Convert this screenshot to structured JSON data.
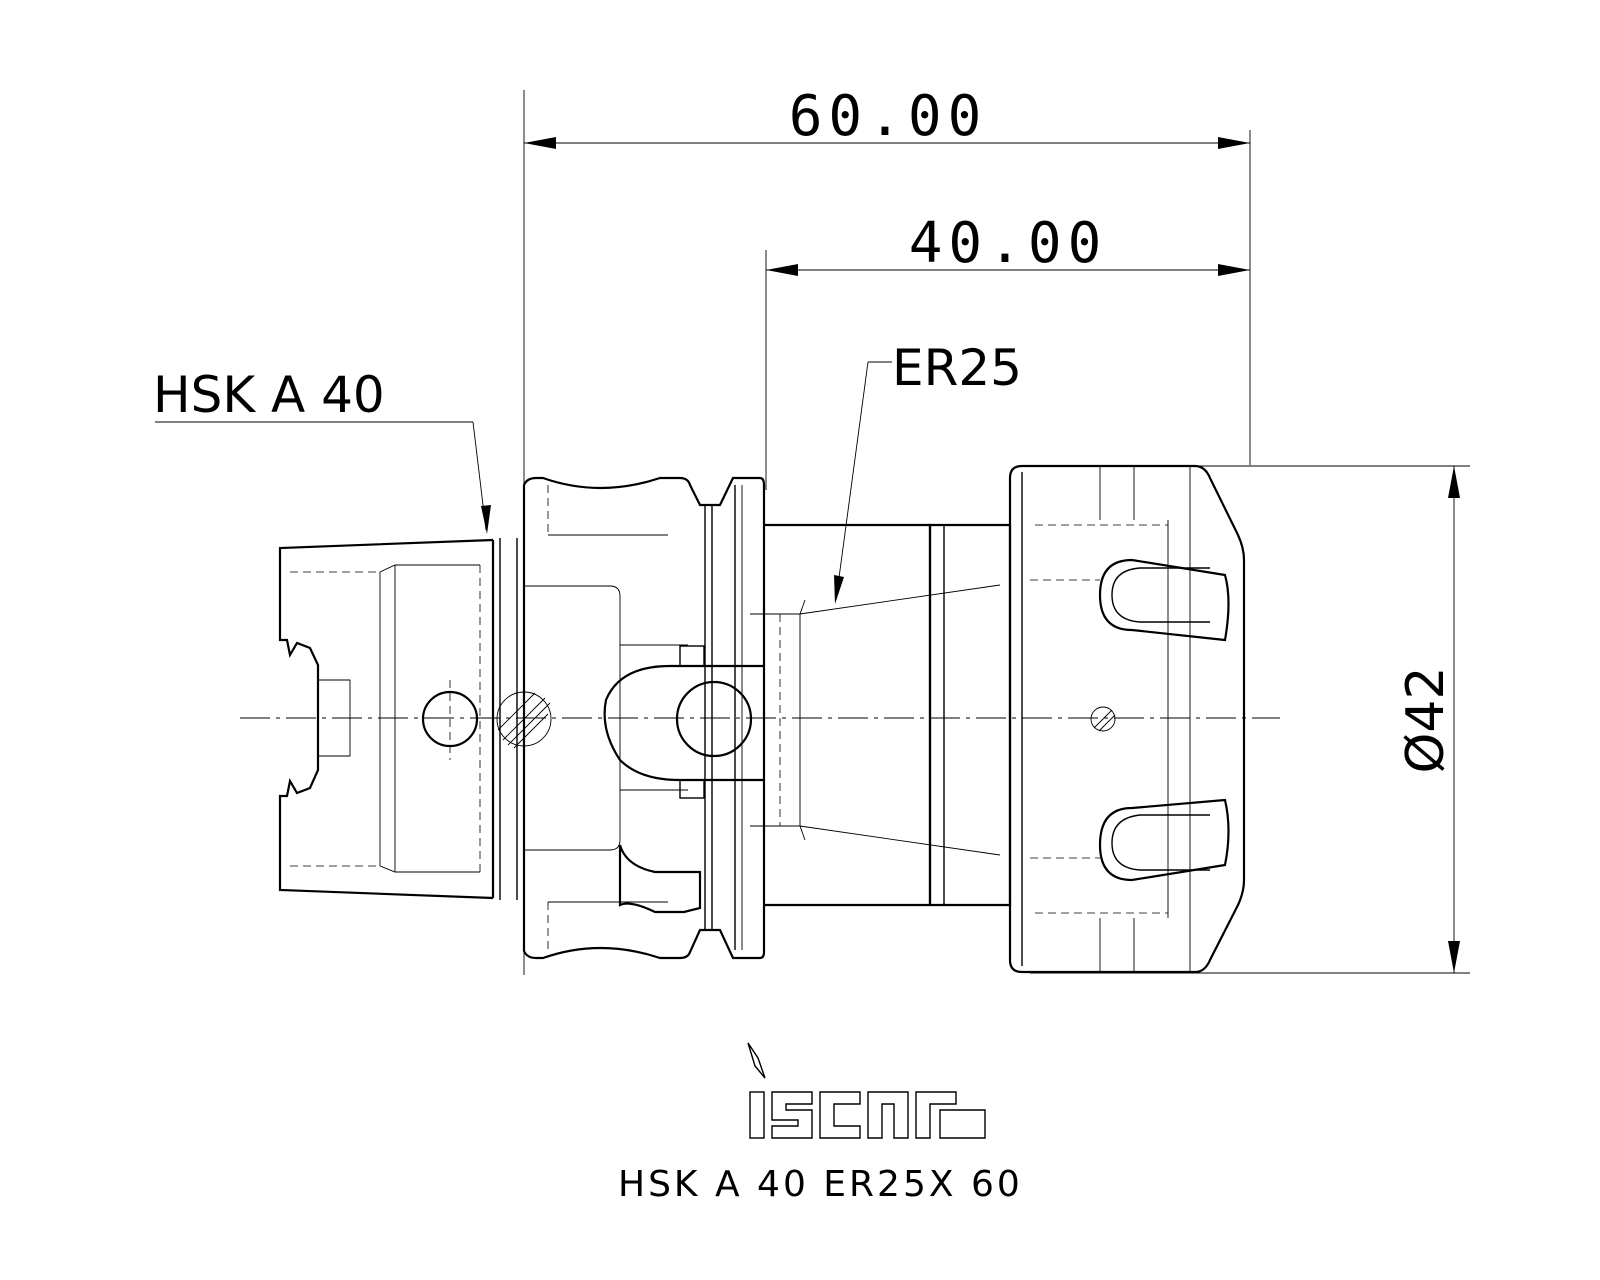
{
  "dimensions": {
    "overall_length": "60.00",
    "gauge_length": "40.00",
    "diameter": "Ø42"
  },
  "callouts": {
    "spindle_interface": "HSK  A  40",
    "collet_type": "ER25"
  },
  "logo": {
    "brand": "iscar"
  },
  "part_number": "HSK  A  40  ER25X  60",
  "colors": {
    "ink": "#000000",
    "paper": "#ffffff"
  }
}
